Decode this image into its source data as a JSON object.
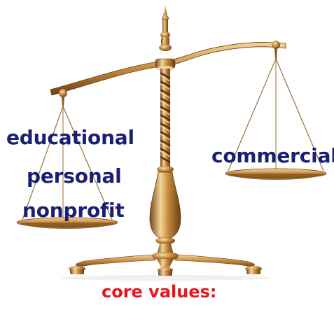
{
  "left_pan": {
    "lines": [
      "educational",
      "personal",
      "nonprofit"
    ]
  },
  "right_pan": {
    "label": "commercial"
  },
  "caption": "core values:",
  "colors": {
    "label_text": "#1b1f73",
    "caption_text": "#e8141b",
    "brass_light": "#f3d49a",
    "brass_mid": "#c48a3e",
    "brass_dark": "#7a4a18",
    "background": "#ffffff"
  },
  "figure": {
    "kind": "balance-scale",
    "tilt": "left-pan-lower"
  }
}
